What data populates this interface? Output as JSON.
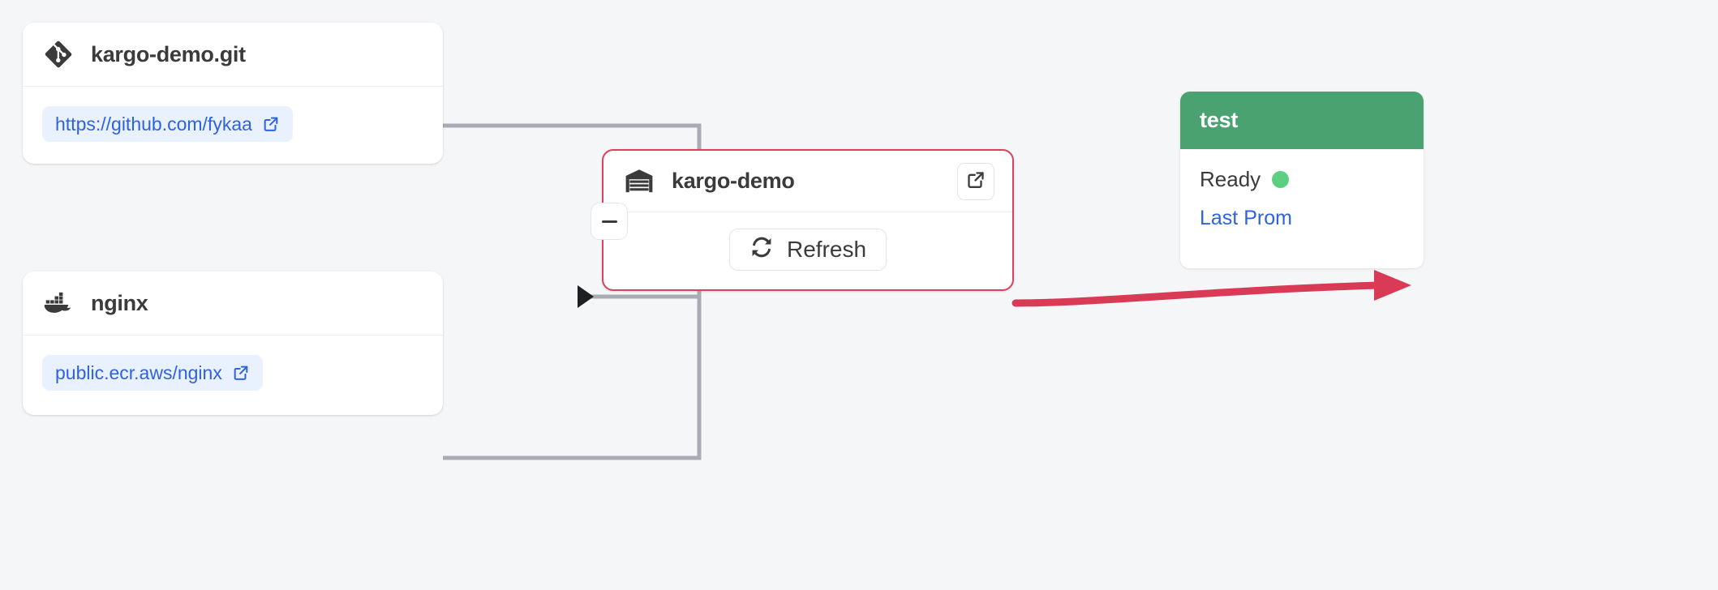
{
  "canvas": {
    "background": "#f5f6f8",
    "edge_color": "#a9adb3",
    "accent_red": "#dd3f5d",
    "accent_blue": "#2f62df",
    "accent_green": "#4aa271",
    "status_green": "#5cd080"
  },
  "nodes": {
    "git_repo": {
      "title": "kargo-demo.git",
      "icon": "git-icon",
      "url": "https://github.com/fykaa",
      "url_icon": "external-link-icon"
    },
    "image_repo": {
      "title": "nginx",
      "icon": "docker-icon",
      "url": "public.ecr.aws/nginx",
      "url_icon": "external-link-icon"
    },
    "warehouse": {
      "title": "kargo-demo",
      "icon": "warehouse-icon",
      "open_icon": "external-link-icon",
      "refresh_label": "Refresh",
      "refresh_icon": "refresh-icon",
      "collapse_icon": "minus-icon"
    },
    "stage": {
      "title": "test",
      "status_label": "Ready",
      "status_icon": "status-dot-green",
      "link_label": "Last Prom"
    }
  }
}
